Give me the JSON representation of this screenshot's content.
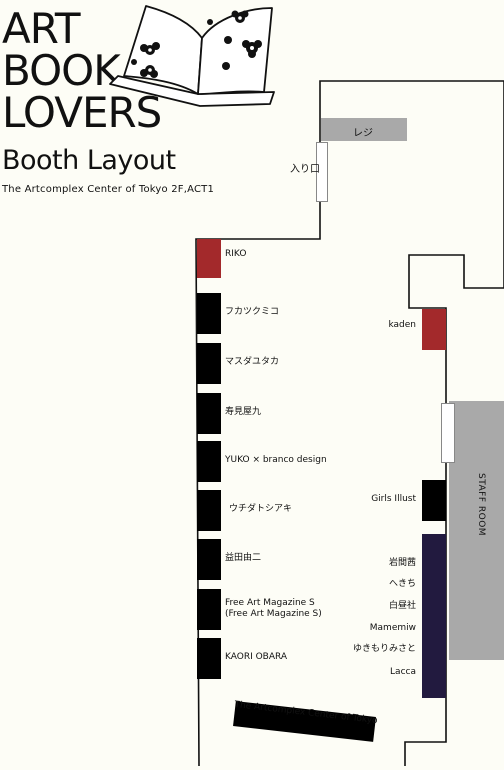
{
  "header": {
    "title_lines": [
      "ART",
      "BOOK",
      "LOVERS"
    ],
    "subtitle": "Booth Layout",
    "venue": "The Artcomplex Center of Tokyo 2F,ACT1"
  },
  "map": {
    "register": "レジ",
    "entrance": "入り口",
    "staff_room": "STAFF ROOM",
    "stage": "The Artcomplex Center of Tokyo"
  },
  "left_booths": [
    {
      "label": "RIKO",
      "color": "#a3292b"
    },
    {
      "label": "フカツクミコ",
      "color": "#000000"
    },
    {
      "label": "マスダユタカ",
      "color": "#000000"
    },
    {
      "label": "寿見屋九",
      "color": "#000000"
    },
    {
      "label": "YUKO × branco design",
      "color": "#000000"
    },
    {
      "label": "ウチダトシアキ",
      "color": "#000000"
    },
    {
      "label": "益田由二",
      "color": "#000000"
    },
    {
      "label": "Free Art Magazine S\n(Free Art Magazine S)",
      "color": "#000000"
    },
    {
      "label": "KAORI OBARA",
      "color": "#000000"
    }
  ],
  "right_booths": {
    "kaden": {
      "label": "kaden",
      "color": "#a3292b"
    },
    "girls": {
      "label": "Girls Illust",
      "color": "#000000"
    },
    "group_color": "#221a3f",
    "group": [
      "岩間茜",
      "へきち",
      "白昼社",
      "Mamemiw",
      "ゆきもりみさと",
      "Lacca"
    ]
  },
  "colors": {
    "accent_red": "#a3292b",
    "navy": "#221a3f",
    "staff_gray": "#a9a9a9"
  }
}
